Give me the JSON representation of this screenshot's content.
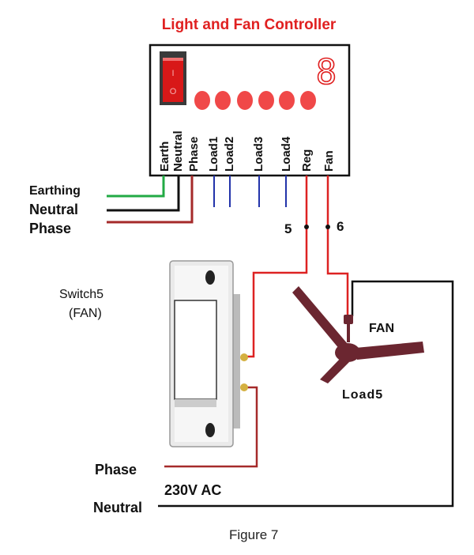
{
  "title": "Light and Fan Controller",
  "controller": {
    "terminals": [
      "Earth",
      "Neutral",
      "Phase",
      "Load1",
      "Load2",
      "Load3",
      "Load4",
      "Reg",
      "Fan"
    ],
    "rocker_marks": [
      "I",
      "O"
    ],
    "display_digit": "8",
    "led_count": 6,
    "led_color": "#f04848"
  },
  "supply_labels": {
    "earthing": "Earthing",
    "neutral": "Neutral",
    "phase": "Phase"
  },
  "node_labels": {
    "reg": "5",
    "fan": "6"
  },
  "switch": {
    "label": "Switch5",
    "sublabel": "(FAN)"
  },
  "fan": {
    "label": "FAN",
    "load": "Load5"
  },
  "mains": {
    "phase": "Phase",
    "voltage": "230V AC",
    "neutral": "Neutral"
  },
  "caption": "Figure 7",
  "colors": {
    "title": "#e02020",
    "earth": "#22aa44",
    "neutral": "#111111",
    "phase": "#cc2222",
    "load": "#2233aa",
    "fan": "#6b2630"
  }
}
